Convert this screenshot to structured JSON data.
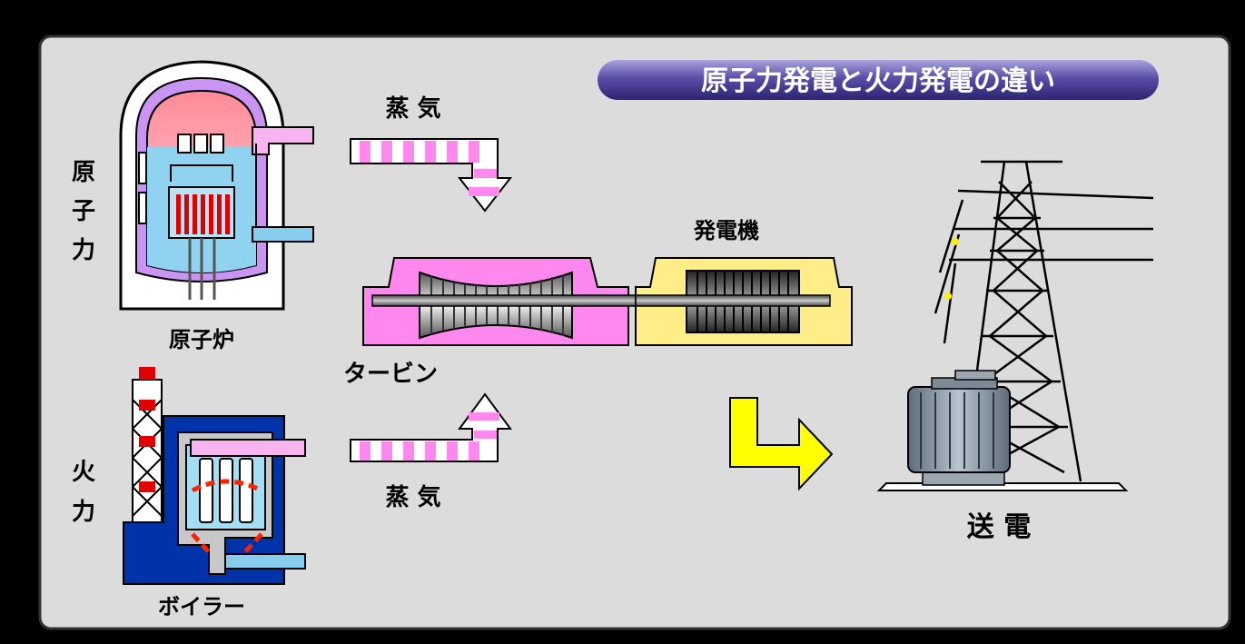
{
  "title": "原子力発電と火力発電の違い",
  "labels": {
    "nuclear_1": "原",
    "nuclear_2": "子",
    "nuclear_3": "力",
    "thermal_1": "火",
    "thermal_2": "力",
    "reactor": "原子炉",
    "boiler": "ボイラー",
    "steam_top": "蒸 気",
    "steam_bottom": "蒸 気",
    "turbine": "タービン",
    "generator": "発電機",
    "transmission": "送 電"
  },
  "colors": {
    "panel": "#dcdcdc",
    "steam_pink": "#ff88ee",
    "water_blue": "#88ccee",
    "generator_yellow": "#ffee88",
    "arrow_yellow": "#ffff00",
    "boiler_blue": "#0033aa",
    "fuel_red": "#ee0000"
  }
}
